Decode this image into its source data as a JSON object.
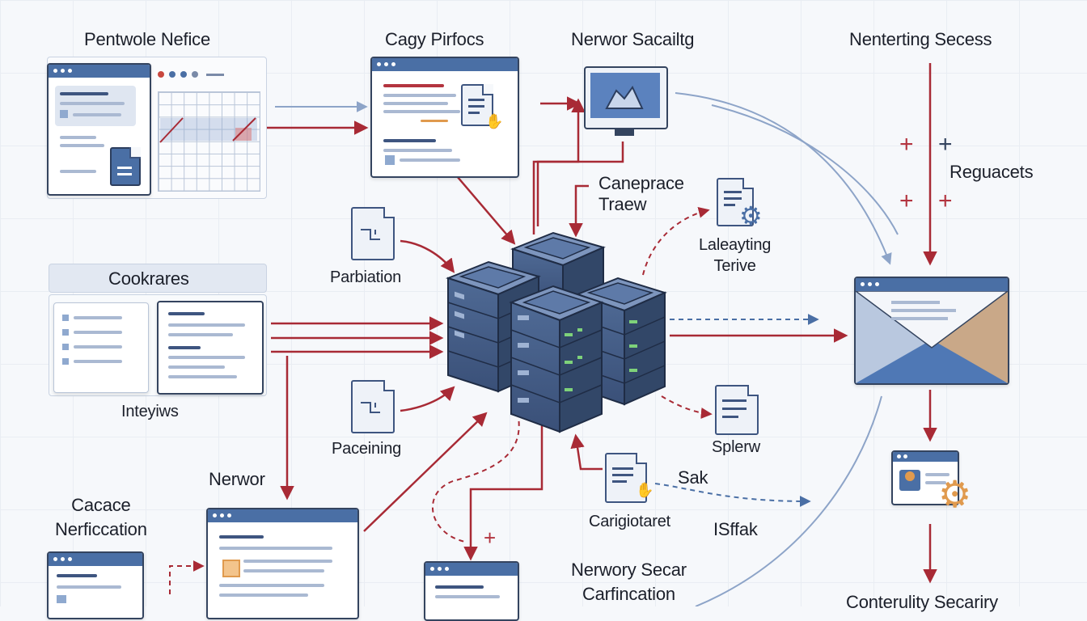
{
  "labels": {
    "pentwole": "Pentwole Nefice",
    "cagy": "Cagy Pirfocs",
    "nerwor_top": "Nerwor Sacailtg",
    "nenterting": "Nenterting Secess",
    "reguacets": "Reguacets",
    "caneprace": "Caneprace\nTraew",
    "laleayting": "Laleayting\nTerive",
    "cookrares": "Cookrares",
    "parbiation": "Parbiation",
    "inteyiws": "Inteyiws",
    "paceining": "Paceining",
    "splerw": "Splerw",
    "sak": "Sak",
    "carigiotaret": "Carigiotaret",
    "isffak": "ISffak",
    "nerwor_mid": "Nerwor",
    "cacace": "Cacace\nNerficcation",
    "nerwory": "Nerwory Secar\nCarfincation",
    "conterulity": "Conterulity Secariry"
  },
  "icons": [
    "browser-window-icon",
    "calendar-grid-icon",
    "document-icon",
    "monitor-icon",
    "document-gear-icon",
    "server-stack-icon",
    "envelope-icon",
    "profile-gear-icon",
    "plus-icon"
  ],
  "colors": {
    "accent_red": "#a82a35",
    "accent_blue": "#4a6fa5",
    "navy": "#34445f",
    "envelope_tan": "#c9a888"
  }
}
